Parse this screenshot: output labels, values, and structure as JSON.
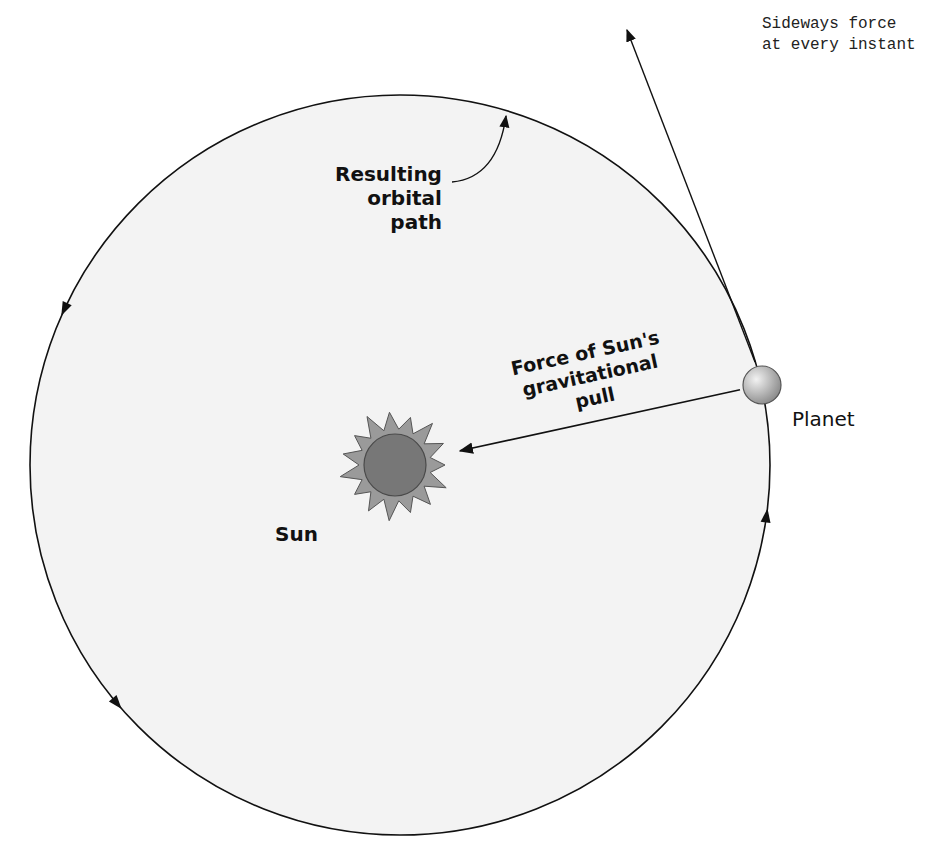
{
  "diagram": {
    "nodes": [
      {
        "text": [
          "Sun"
        ]
      },
      {
        "text": [
          "Planet"
        ]
      }
    ],
    "edges": [
      {
        "from": 1,
        "to": 0,
        "arrow": "to",
        "label": "Force of Sun's gravitational pull"
      }
    ],
    "labels": [
      "Resulting orbital path",
      "Sideways force at every instant"
    ]
  }
}
